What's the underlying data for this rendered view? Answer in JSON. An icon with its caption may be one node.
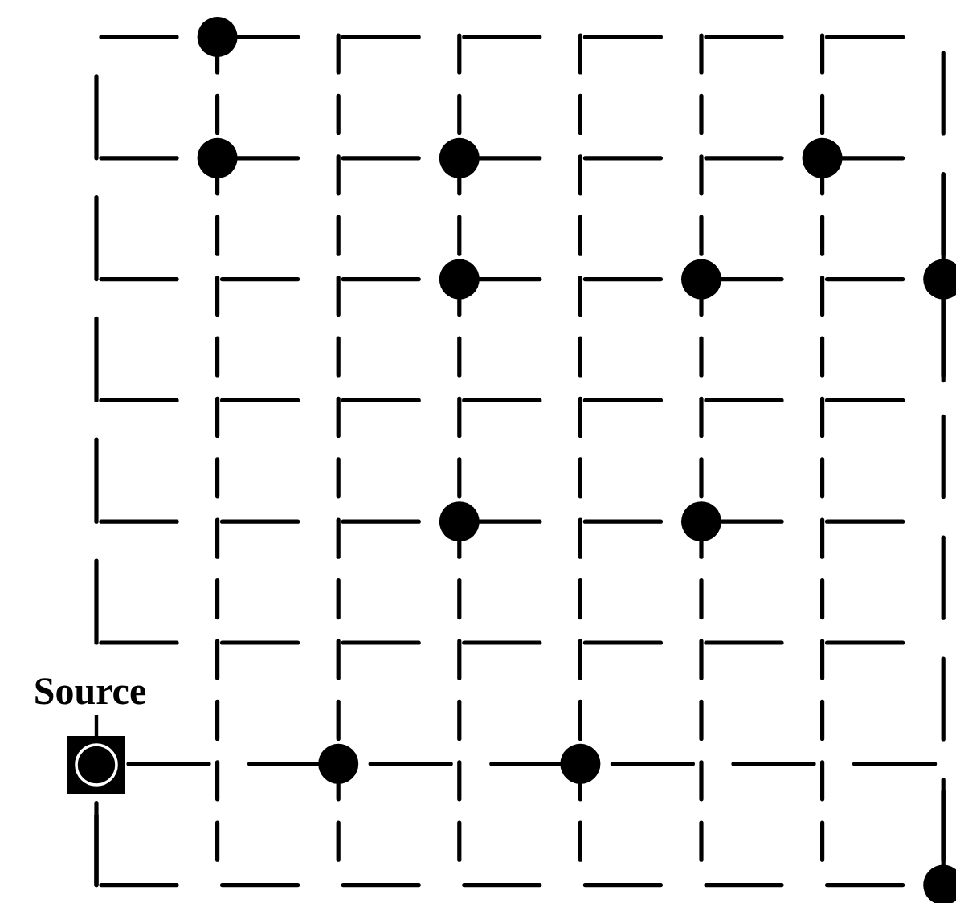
{
  "diagram": {
    "nodes": [
      {
        "text": [
          "Source"
        ]
      },
      {
        "text": [],
        "shape": "box"
      }
    ],
    "edges": [
      {
        "from": 0,
        "to": 1,
        "arrow": "none"
      }
    ]
  }
}
